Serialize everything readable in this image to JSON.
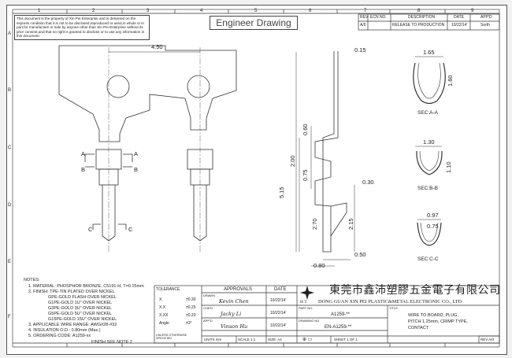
{
  "notice": "This document is the property of Xin Pei Enterprise and is delivered on the express condition that it is not to be disclosed,reproduced or used,in whole or in part,for manufacture or sale by anyone other than Xin Pei Enterprise without its prior consent,and that no right is granted to disclose or to use any information in this document.",
  "drawing_title": "Engineer Drawing",
  "zone_columns": [
    "1",
    "2",
    "3",
    "4",
    "5",
    "6",
    "7",
    "8",
    "9"
  ],
  "zone_rows": [
    "A",
    "B",
    "C",
    "D",
    "E",
    "F"
  ],
  "revision_table": {
    "headers": [
      "REV",
      "ECN NO.",
      "DESCRIPTION",
      "DATE",
      "APP'D"
    ],
    "rows": [
      [
        "A/0",
        "",
        "RELEASE TO PRODUCTION",
        "10/22/14'",
        "Sorth"
      ]
    ]
  },
  "dimensions": {
    "width_450": "4.50",
    "thk_015": "0.15",
    "d060": "0.60",
    "d200": "2.00",
    "d075": "0.75",
    "d515": "5.15",
    "d030": "0.30",
    "d270": "2.70",
    "d215": "2.15",
    "d050": "0.50",
    "d080": "0.80",
    "secA_w": "1.65",
    "secA_h": "1.60",
    "secB_w": "1.30",
    "secB_h": "1.10",
    "secC_w": "0.97",
    "secC_h": "0.75"
  },
  "section_markers": {
    "a": "A",
    "b": "B",
    "c": "C"
  },
  "sections": {
    "a": "SEC:A-A",
    "b": "SEC:B-B",
    "c": "SEC:C-C"
  },
  "notes": {
    "heading": "NOTES:",
    "lines": [
      "1. MATERIAL: PHOSPHOR BRONZE, C5191-H, T=0.15mm",
      "2. FINISH: TPE-TIN PLATED OVER NICKEL",
      "GPE-GOLD FLASH OVER NICKEL",
      "G1PE-GOLD 1U\" OVER NICKEL",
      "G3PE-GOLD 3U\" OVER NICKEL",
      "G5PE-GOLD 5U\" OVER NICKEL",
      "G15PE-GOLD 15U\" OVER NICKEL",
      "3. APPLICABLE WIRE RANGE: AWG#28-#32",
      "4. INSULATION O.D.: 0.80mm (Max.)",
      "5. ORDERING CODE: A1259-xx"
    ],
    "finish_callout": "FINISH SEE NOTE 2"
  },
  "tolerance": {
    "heading": "TOLERANCE",
    "rows": [
      [
        "X.",
        "±0.30"
      ],
      [
        "X.X",
        "±0.25"
      ],
      [
        "X.XX",
        "±0.20"
      ],
      [
        "Angle",
        "±3°"
      ]
    ],
    "footer": "UNLESS OTHERWISE SPECIFIED"
  },
  "title_block": {
    "approvals": "APPROVALS",
    "date": "DATE",
    "drawn_label": "DRAWN",
    "drawn_by": "Kevin Chen",
    "drawn_date": "10/22/14'",
    "checked_label": "CHK'D",
    "checked_by": "Jacky Li",
    "checked_date": "10/22/14'",
    "approved_label": "APP'D",
    "approved_by": "Vinson Hu",
    "approved_date": "10/22/14'",
    "company_cn": "東莞市鑫沛塑膠五金電子有限公司",
    "company_en": "DONG GUAN XIN PEI PLASTIC&METAL ELECTRONIC CO., LTD",
    "logo_text": "H T",
    "part_no_label": "PART NO.",
    "part_no": "A1259-**",
    "drawing_no_label": "DRAWING NO.",
    "drawing_no": "EN-A1259-**",
    "title_label": "TITLE:",
    "title_lines": [
      "WIRE TO BOARD, PLUG,",
      "PITCH 1.25mm, CRIMP TYPE,",
      "CONTACT"
    ],
    "units": "UNITS mm",
    "scale": "SCALE   1:1",
    "size": "SIZE: A4",
    "sheet": "SHEET    1    OF    1",
    "rev": "REV.A/0"
  }
}
